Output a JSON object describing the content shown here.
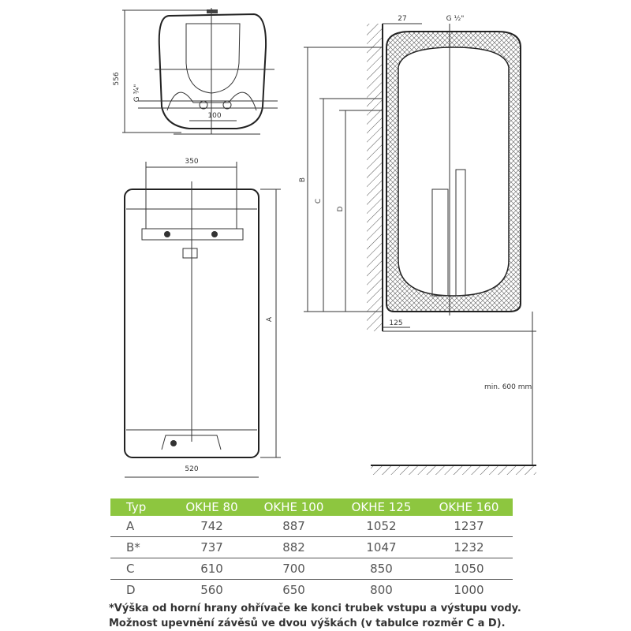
{
  "drawing": {
    "top_view": {
      "height_label": "556",
      "thread_label": "G ¾\"",
      "spacing_label": "100"
    },
    "front_view": {
      "mount_width_label": "350",
      "height_label": "A",
      "width_label": "520"
    },
    "side_view": {
      "wall_offset_label": "27",
      "thread_label": "G ½\"",
      "label_b": "B",
      "label_c": "C",
      "label_d": "D",
      "bottom_offset_label": "125",
      "floor_clearance_label": "min. 600 mm"
    }
  },
  "table": {
    "headers": [
      "Typ",
      "OKHE 80",
      "OKHE 100",
      "OKHE 125",
      "OKHE 160"
    ],
    "rows": [
      [
        "A",
        "742",
        "887",
        "1052",
        "1237"
      ],
      [
        "B*",
        "737",
        "882",
        "1047",
        "1232"
      ],
      [
        "C",
        "610",
        "700",
        "850",
        "1050"
      ],
      [
        "D",
        "560",
        "650",
        "800",
        "1000"
      ]
    ],
    "header_color": "#8dc63f"
  },
  "notes": [
    "*Výška od horní hrany ohřívače ke konci trubek vstupu a výstupu vody.",
    "Možnost upevnění závěsů ve dvou výškách (v tabulce rozměr C a D)."
  ]
}
